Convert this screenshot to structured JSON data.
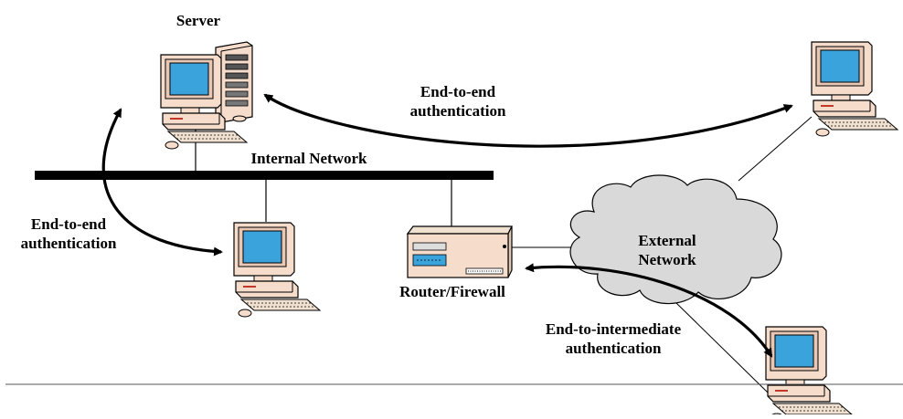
{
  "labels": {
    "server": "Server",
    "internal_network": "Internal Network",
    "router_firewall": "Router/Firewall",
    "external_network_line1": "External",
    "external_network_line2": "Network",
    "e2e_top_line1": "End-to-end",
    "e2e_top_line2": "authentication",
    "e2e_left_line1": "End-to-end",
    "e2e_left_line2": "authentication",
    "e2i_line1": "End-to-intermediate",
    "e2i_line2": "authentication"
  },
  "icons": [
    "server-icon",
    "workstation-icon",
    "router-firewall-icon",
    "cloud-icon"
  ],
  "colors": {
    "monitor_screen": "#3ba3dc",
    "beige": "#f5dccb",
    "cloud_fill": "#d9d9d9",
    "line": "#000000"
  }
}
